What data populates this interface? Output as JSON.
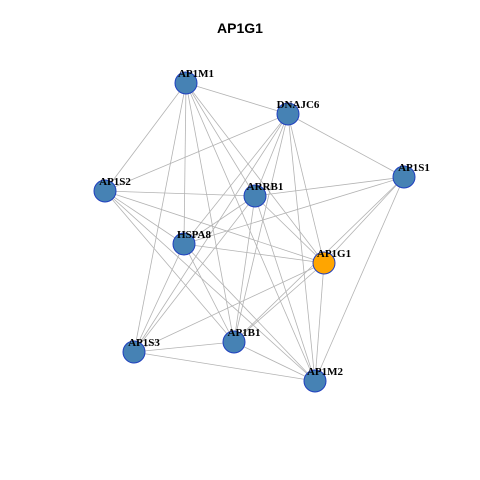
{
  "title": "AP1G1",
  "colors": {
    "node_default": "#4682b4",
    "node_focus": "#ffa500",
    "edge": "#b3b3b3",
    "node_border": "#1f3fbf"
  },
  "nodes": [
    {
      "id": "AP1M1",
      "label": "AP1M1"
    },
    {
      "id": "DNAJC6",
      "label": "DNAJC6"
    },
    {
      "id": "AP1S1",
      "label": "AP1S1"
    },
    {
      "id": "AP1S2",
      "label": "AP1S2"
    },
    {
      "id": "ARRB1",
      "label": "ARRB1"
    },
    {
      "id": "HSPA8",
      "label": "HSPA8"
    },
    {
      "id": "AP1G1",
      "label": "AP1G1",
      "focus": true
    },
    {
      "id": "AP1B1",
      "label": "AP1B1"
    },
    {
      "id": "AP1S3",
      "label": "AP1S3"
    },
    {
      "id": "AP1M2",
      "label": "AP1M2"
    }
  ],
  "edges": [
    [
      "AP1M1",
      "DNAJC6"
    ],
    [
      "AP1M1",
      "AP1S2"
    ],
    [
      "AP1M1",
      "ARRB1"
    ],
    [
      "AP1M1",
      "HSPA8"
    ],
    [
      "AP1M1",
      "AP1G1"
    ],
    [
      "AP1M1",
      "AP1B1"
    ],
    [
      "AP1M1",
      "AP1S3"
    ],
    [
      "AP1M1",
      "AP1M2"
    ],
    [
      "DNAJC6",
      "AP1S1"
    ],
    [
      "DNAJC6",
      "AP1S2"
    ],
    [
      "DNAJC6",
      "ARRB1"
    ],
    [
      "DNAJC6",
      "HSPA8"
    ],
    [
      "DNAJC6",
      "AP1G1"
    ],
    [
      "DNAJC6",
      "AP1B1"
    ],
    [
      "DNAJC6",
      "AP1S3"
    ],
    [
      "DNAJC6",
      "AP1M2"
    ],
    [
      "AP1S1",
      "ARRB1"
    ],
    [
      "AP1S1",
      "HSPA8"
    ],
    [
      "AP1S1",
      "AP1G1"
    ],
    [
      "AP1S1",
      "AP1B1"
    ],
    [
      "AP1S1",
      "AP1M2"
    ],
    [
      "AP1S2",
      "ARRB1"
    ],
    [
      "AP1S2",
      "HSPA8"
    ],
    [
      "AP1S2",
      "AP1G1"
    ],
    [
      "AP1S2",
      "AP1B1"
    ],
    [
      "AP1S2",
      "AP1M2"
    ],
    [
      "ARRB1",
      "HSPA8"
    ],
    [
      "ARRB1",
      "AP1G1"
    ],
    [
      "ARRB1",
      "AP1B1"
    ],
    [
      "ARRB1",
      "AP1S3"
    ],
    [
      "ARRB1",
      "AP1M2"
    ],
    [
      "HSPA8",
      "AP1G1"
    ],
    [
      "HSPA8",
      "AP1B1"
    ],
    [
      "HSPA8",
      "AP1S3"
    ],
    [
      "HSPA8",
      "AP1M2"
    ],
    [
      "AP1G1",
      "AP1B1"
    ],
    [
      "AP1G1",
      "AP1S3"
    ],
    [
      "AP1G1",
      "AP1M2"
    ],
    [
      "AP1B1",
      "AP1S3"
    ],
    [
      "AP1B1",
      "AP1M2"
    ],
    [
      "AP1S3",
      "AP1M2"
    ]
  ]
}
